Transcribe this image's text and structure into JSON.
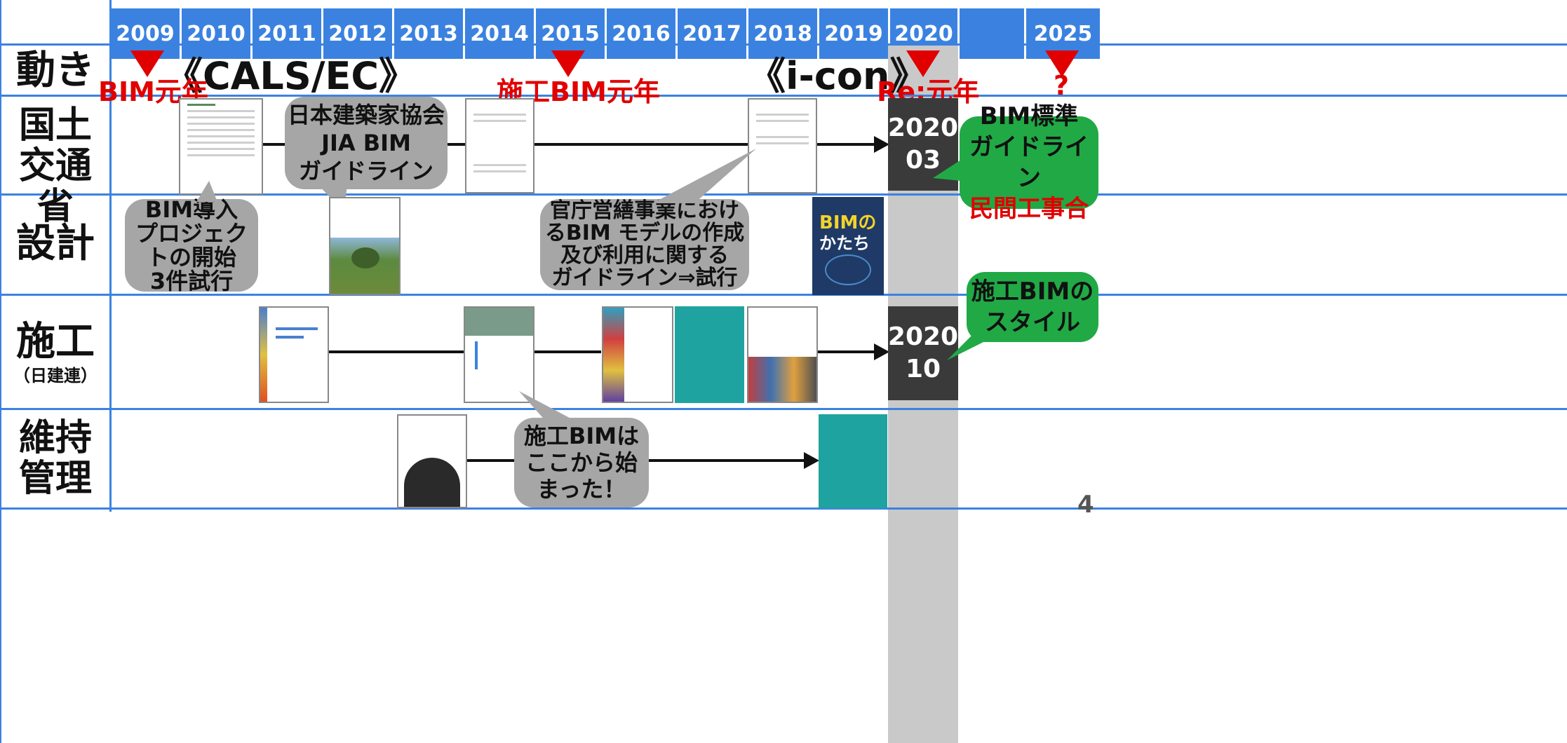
{
  "header": {
    "years": [
      "2009",
      "2010",
      "2011",
      "2012",
      "2013",
      "2014",
      "2015",
      "2016",
      "2017",
      "2018",
      "2019",
      "2020",
      "",
      "2025"
    ]
  },
  "rows": {
    "movement": "動き",
    "mlit": "国土交通省",
    "design": "設計",
    "construction": "施工",
    "construction_sub": "（日建連）",
    "maintenance": "維持管理"
  },
  "movement": {
    "cals": "《CALS/EC》",
    "icon": "《i-con》",
    "bim_first": "BIM元年",
    "construction_bim_first": "施工BIM元年",
    "re_first": "Re:元年",
    "question": "?"
  },
  "milestones": {
    "mlit_date": [
      "2020",
      "03"
    ],
    "construction_date": [
      "2020",
      "10"
    ]
  },
  "callouts": {
    "jia": [
      "日本建築家協会",
      "JIA BIM",
      "ガイドライン"
    ],
    "bim_intro": [
      "BIM導入",
      "プロジェク",
      "トの開始",
      "3件試行"
    ],
    "gov_guideline": [
      "官庁営繕事業におけ",
      "るBIM モデルの作成",
      "及び利用に関する",
      "ガイドライン⇒試行"
    ],
    "started_here": [
      "施工BIMは",
      "ここから始",
      "まった！"
    ],
    "bim_standard": [
      "BIM標準",
      "ガイドライン"
    ],
    "private_work": "民間工事合",
    "construction_style": [
      "施工BIMの",
      "スタイル"
    ]
  },
  "page_number": "4",
  "colors": {
    "header_blue": "#3b82e0",
    "red": "#e00000",
    "green": "#21a946",
    "callout_gray": "#a6a6a6",
    "dark": "#3a3a3a"
  }
}
